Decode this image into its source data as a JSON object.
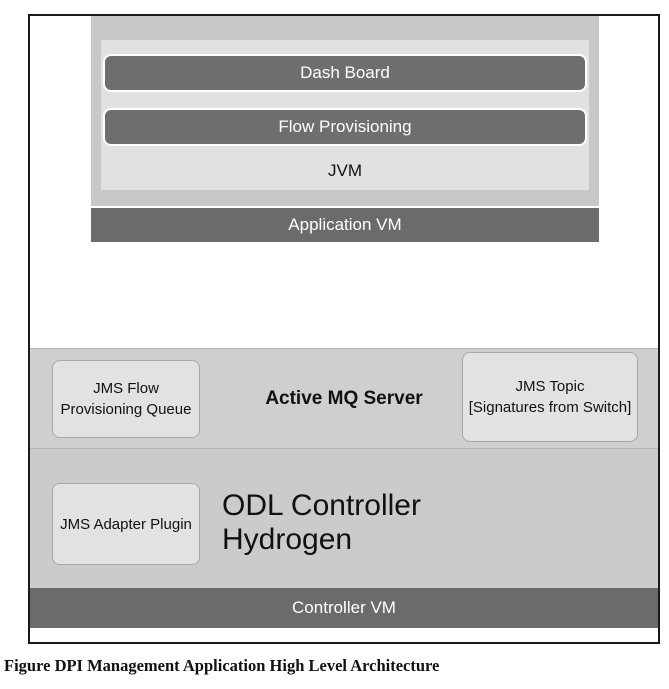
{
  "application_vm": {
    "dashboard_label": "Dash Board",
    "flow_provisioning_label": "Flow Provisioning",
    "jvm_label": "JVM",
    "bar_label": "Application VM"
  },
  "mq_server": {
    "title": "Active MQ Server",
    "queue_line1": "JMS Flow",
    "queue_line2": "Provisioning Queue",
    "topic_line1": "JMS Topic",
    "topic_line2": "[Signatures from Switch]"
  },
  "controller": {
    "plugin_label": "JMS Adapter Plugin",
    "title": "ODL Controller Hydrogen",
    "bar_label": "Controller VM"
  },
  "caption": "Figure DPI Management Application High Level Architecture",
  "colors": {
    "dark_gray": "#6b6b6b",
    "medium_gray": "#c8c8c8",
    "light_gray": "#e1e1e1"
  }
}
